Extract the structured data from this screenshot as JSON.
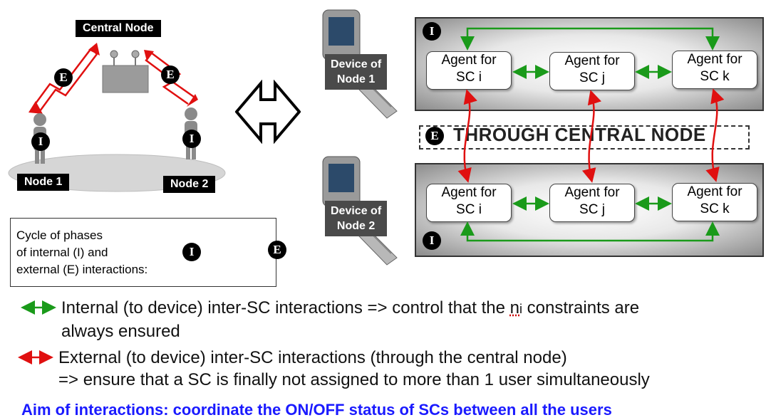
{
  "left_scene": {
    "central_node_label": "Central Node",
    "node1_label": "Node 1",
    "node2_label": "Node 2",
    "external_badge": "E",
    "internal_badge": "I"
  },
  "equivalence_icon": "double-arrow-icon",
  "devices": [
    {
      "label_line1": "Device of",
      "label_line2": "Node 1"
    },
    {
      "label_line1": "Device of",
      "label_line2": "Node 2"
    }
  ],
  "agents_top": [
    {
      "line1": "Agent for",
      "line2": "SC i"
    },
    {
      "line1": "Agent for",
      "line2": "SC j"
    },
    {
      "line1": "Agent for",
      "line2": "SC k"
    }
  ],
  "agents_bottom": [
    {
      "line1": "Agent for",
      "line2": "SC i"
    },
    {
      "line1": "Agent for",
      "line2": "SC j"
    },
    {
      "line1": "Agent for",
      "line2": "SC k"
    }
  ],
  "through_banner": {
    "badge": "E",
    "text": "THROUGH CENTRAL NODE"
  },
  "cycle_box": {
    "line1": "Cycle of phases",
    "line2": "of internal (I) and",
    "line3": "external (E) interactions:",
    "badge_i": "I",
    "badge_e": "E"
  },
  "legend": {
    "internal_line1_a": "Internal (to device) inter-SC interactions => control that the ",
    "internal_line1_n": "n",
    "internal_line1_i": "i",
    "internal_line1_b": " constraints are",
    "internal_line2": "always ensured",
    "external_line1": "External (to device) inter-SC interactions (through the central node)",
    "external_line2": "=> ensure that a SC is finally not assigned to more than 1 user simultaneously",
    "internal_color": "#1a9a1a",
    "external_color": "#e01010"
  },
  "aim_text": "Aim of interactions: coordinate the ON/OFF status of SCs between all the users"
}
